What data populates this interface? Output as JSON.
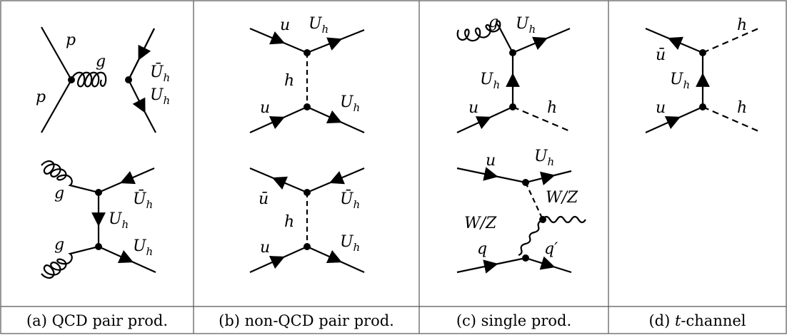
{
  "panels": [
    {
      "caption": "(a) QCD pair prod.",
      "diagrams": [
        {
          "labels": {
            "p_top": "p",
            "p_bottom": "p",
            "gluon": "g",
            "Ubar": "Ū",
            "U": "U",
            "sub": "h"
          }
        },
        {
          "labels": {
            "g_top": "g",
            "g_bottom": "g",
            "U_mid": "U",
            "Ubar": "Ū",
            "U": "U",
            "sub": "h"
          }
        }
      ]
    },
    {
      "caption": "(b) non-QCD pair prod.",
      "diagrams": [
        {
          "labels": {
            "u_in": "u",
            "U_top": "U",
            "h": "h",
            "u_in2": "u",
            "U_bot": "U",
            "sub": "h"
          }
        },
        {
          "labels": {
            "ubar": "ū",
            "Ubar": "Ū",
            "h": "h",
            "u": "u",
            "U": "U",
            "sub": "h"
          }
        }
      ]
    },
    {
      "caption": "(c) single prod.",
      "diagrams": [
        {
          "labels": {
            "g": "g",
            "U_top": "U",
            "U_mid": "U",
            "u": "u",
            "h": "h",
            "sub": "h"
          }
        },
        {
          "labels": {
            "u": "u",
            "U": "U",
            "WZ_right": "W/Z",
            "WZ_left": "W/Z",
            "q": "q",
            "qprime": "q′",
            "sub": "h"
          }
        }
      ]
    },
    {
      "caption_prefix": "(d) ",
      "caption_italic": "t",
      "caption_suffix": "-channel",
      "diagrams": [
        {
          "labels": {
            "ubar": "ū",
            "h_top": "h",
            "U_mid": "U",
            "u": "u",
            "h_bot": "h",
            "sub": "h"
          }
        }
      ]
    }
  ]
}
